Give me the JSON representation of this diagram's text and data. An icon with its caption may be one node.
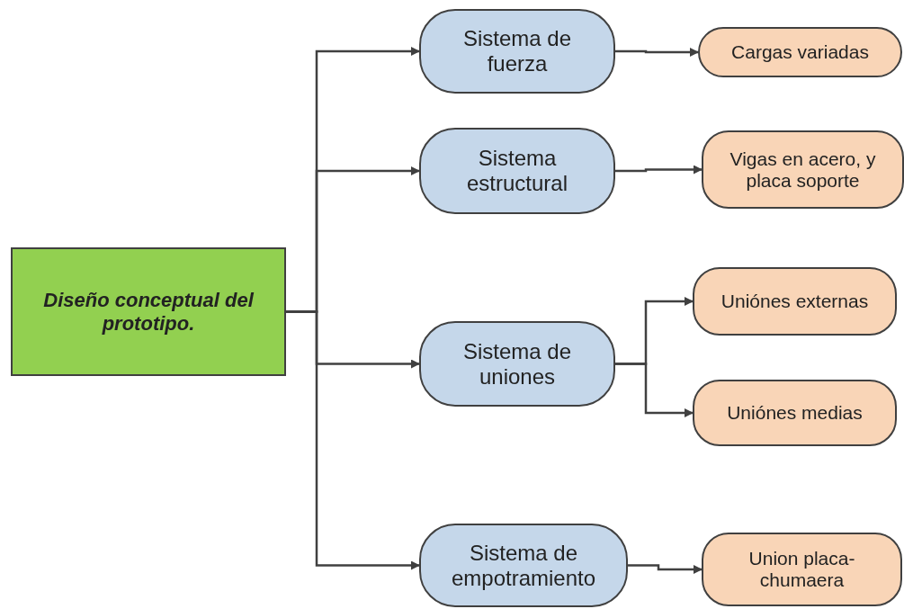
{
  "diagram": {
    "nodes": [
      {
        "text": [
          "Diseño conceptual del prototipo."
        ]
      },
      {
        "text": [
          "Sistema de fuerza"
        ]
      },
      {
        "text": [
          "Sistema estructural"
        ]
      },
      {
        "text": [
          "Sistema de uniones"
        ]
      },
      {
        "text": [
          "Sistema de empotramiento"
        ]
      },
      {
        "text": [
          "Cargas variadas"
        ]
      },
      {
        "text": [
          "Vigas en acero, y placa soporte"
        ]
      },
      {
        "text": [
          "Uniónes externas"
        ]
      },
      {
        "text": [
          "Uniónes medias"
        ]
      },
      {
        "text": [
          "Union placa-chumaera"
        ]
      }
    ],
    "edges": [
      {
        "from": 0,
        "to": 1,
        "arrow": "to"
      },
      {
        "from": 0,
        "to": 2,
        "arrow": "to"
      },
      {
        "from": 0,
        "to": 3,
        "arrow": "to"
      },
      {
        "from": 0,
        "to": 4,
        "arrow": "to"
      },
      {
        "from": 1,
        "to": 5,
        "arrow": "to"
      },
      {
        "from": 2,
        "to": 6,
        "arrow": "to"
      },
      {
        "from": 3,
        "to": 7,
        "arrow": "to"
      },
      {
        "from": 3,
        "to": 8,
        "arrow": "to"
      },
      {
        "from": 4,
        "to": 9,
        "arrow": "to"
      }
    ]
  }
}
